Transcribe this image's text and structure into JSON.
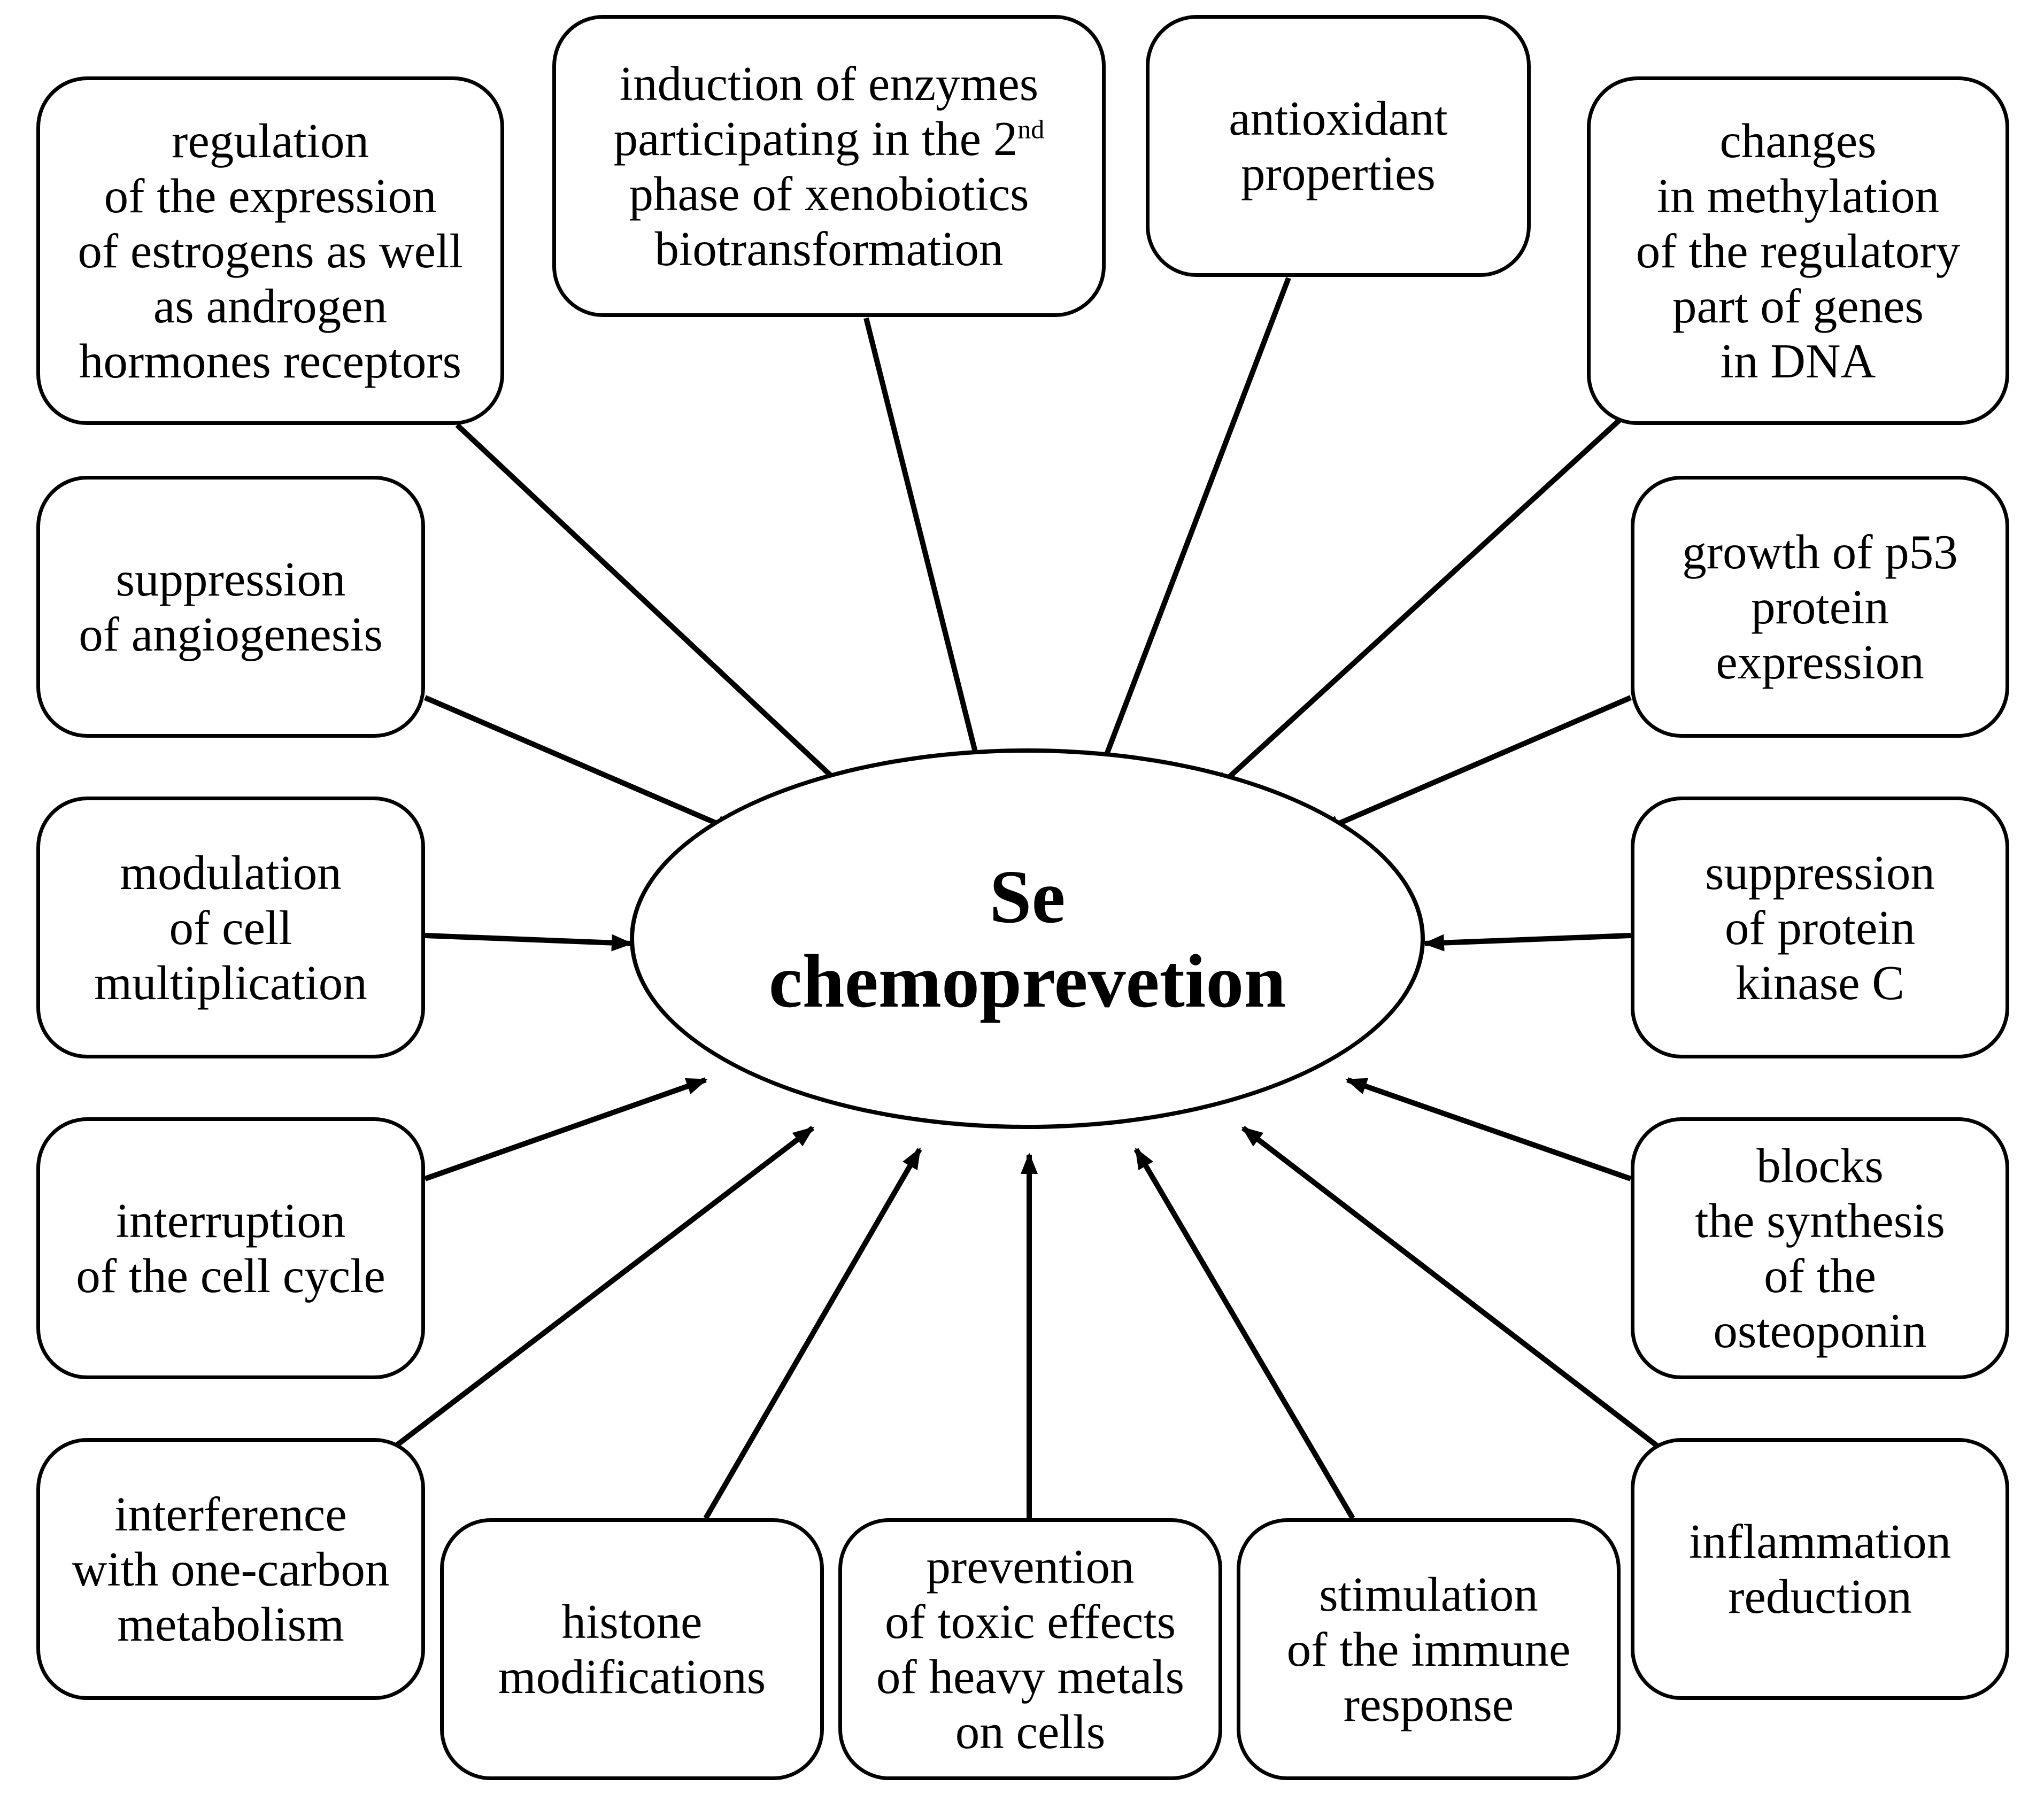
{
  "center": {
    "line1": "Se",
    "line2": "chemoprevetion"
  },
  "boxes": [
    {
      "id": "box-estrogen-receptors",
      "lines": [
        "regulation",
        "of the expression",
        "of estrogens as well",
        "as androgen",
        "hormones receptors"
      ]
    },
    {
      "id": "box-enzyme-induction",
      "lines": [
        "induction of enzymes",
        "participating in the 2",
        "phase of xenobiotics",
        "biotransformation"
      ],
      "superscript": "nd"
    },
    {
      "id": "box-antioxidant",
      "lines": [
        "antioxidant",
        "properties"
      ]
    },
    {
      "id": "box-dna-methylation",
      "lines": [
        "changes",
        "in methylation",
        "of the regulatory",
        "part of genes",
        "in DNA"
      ]
    },
    {
      "id": "box-angiogenesis",
      "lines": [
        "suppression",
        "of angiogenesis"
      ]
    },
    {
      "id": "box-p53",
      "lines": [
        "growth of p53",
        "protein",
        "expression"
      ]
    },
    {
      "id": "box-cell-multiplication",
      "lines": [
        "modulation",
        "of cell",
        "multiplication"
      ]
    },
    {
      "id": "box-protein-kinase",
      "lines": [
        "suppression",
        "of protein",
        "kinase C"
      ]
    },
    {
      "id": "box-cell-cycle",
      "lines": [
        "interruption",
        "of the cell cycle"
      ]
    },
    {
      "id": "box-osteoponin",
      "lines": [
        "blocks",
        "the synthesis",
        "of the",
        "osteoponin"
      ]
    },
    {
      "id": "box-one-carbon",
      "lines": [
        "interference",
        "with one-carbon",
        "metabolism"
      ]
    },
    {
      "id": "box-inflammation",
      "lines": [
        "inflammation",
        "reduction"
      ]
    },
    {
      "id": "box-histone",
      "lines": [
        "histone",
        "modifications"
      ]
    },
    {
      "id": "box-heavy-metals",
      "lines": [
        "prevention",
        "of toxic effects",
        "of heavy metals",
        "on cells"
      ]
    },
    {
      "id": "box-immune",
      "lines": [
        "stimulation",
        "of the immune",
        "response"
      ]
    }
  ]
}
